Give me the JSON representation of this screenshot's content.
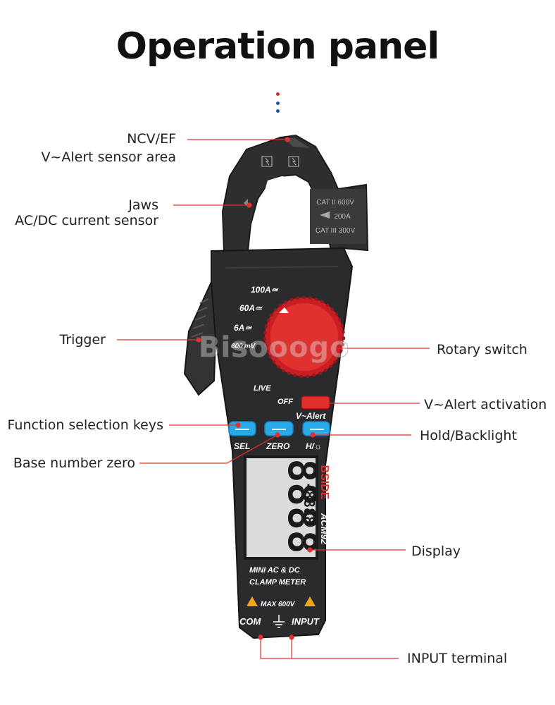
{
  "title": "Operation panel",
  "colors": {
    "accent_red": "#e0312e",
    "key_blue": "#29a9e6",
    "body": "#2b2b2d",
    "lcd": "#dcdcdc",
    "warn": "#f2a516"
  },
  "dots": [
    "#d62a2a",
    "#1f56a8",
    "#1f56a8"
  ],
  "labels": {
    "ncv_line1": "NCV/EF",
    "ncv_line2": "V~Alert sensor area",
    "jaws_line1": "Jaws",
    "jaws_line2": "AC/DC current sensor",
    "trigger": "Trigger",
    "function_keys": "Function selection keys",
    "base_zero": "Base number zero",
    "rotary": "Rotary switch",
    "valert_act": "V~Alert activation",
    "hold": "Hold/Backlight",
    "display": "Display",
    "input": "INPUT terminal"
  },
  "device": {
    "cat1": "CAT II 600V",
    "cat2": "200A",
    "cat3": "CAT III 300V",
    "range_100": "100A≃",
    "range_60": "60A≃",
    "range_6": "6A≃",
    "range_600": "600 mV",
    "live": "LIVE",
    "off": "OFF",
    "valert": "V~Alert",
    "sel": "SEL",
    "zero": "ZERO",
    "hold": "H/☼",
    "brand": "BSIDE",
    "model": "ACM92",
    "lcd_main": "8888",
    "lcd_sub": "-8888",
    "mini": "MINI  AC & DC",
    "clamp": "CLAMP METER",
    "max": "MAX 600V",
    "com": "COM",
    "input": "INPUT",
    "watermark": "Bisooogo"
  }
}
